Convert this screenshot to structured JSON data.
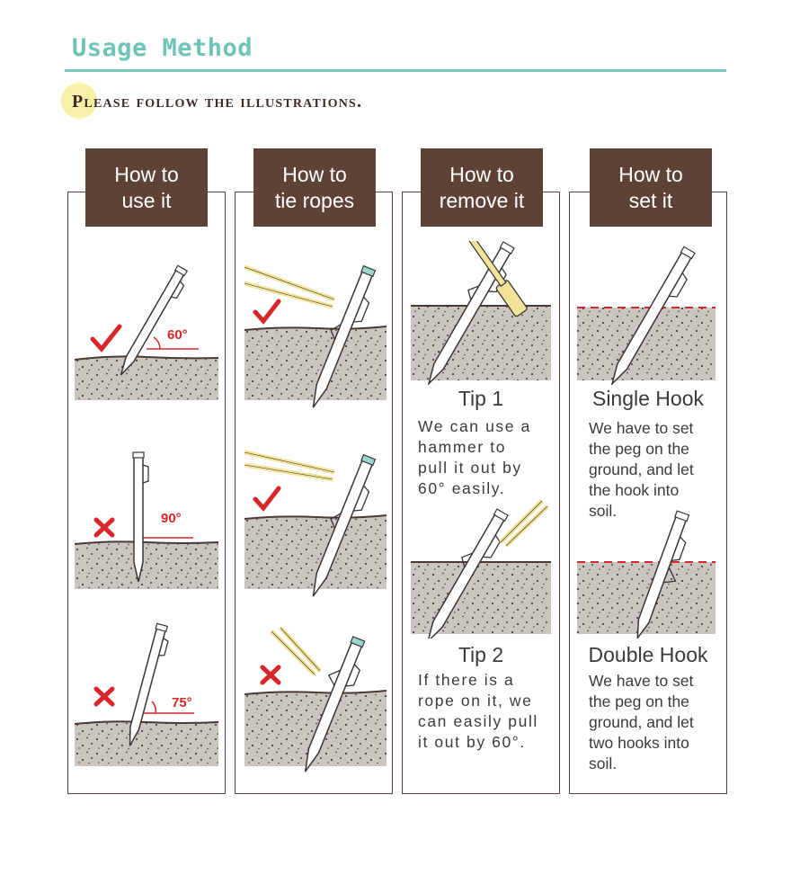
{
  "page": {
    "title": "Usage Method",
    "subtitle": "Please follow the illustrations."
  },
  "colors": {
    "accent_teal": "#6fc4b8",
    "header_brown": "#5e4236",
    "soil_gray": "#cbc5c0",
    "check_red": "#d9262b",
    "rope_yellow": "#f2e29a",
    "peg_outline": "#3a3533"
  },
  "panels": [
    {
      "header_line1": "How to",
      "header_line2": "use it",
      "angles": [
        "60°",
        "90°",
        "75°"
      ]
    },
    {
      "header_line1": "How to",
      "header_line2": "tie ropes"
    },
    {
      "header_line1": "How to",
      "header_line2": "remove it",
      "tip1_title": "Tip 1",
      "tip1_body": "We can use a\nhammer to\npull it out by\n60° easily.",
      "tip2_title": "Tip 2",
      "tip2_body": "If there is a\nrope on it, we\ncan easily pull\nit out by 60°."
    },
    {
      "header_line1": "How to",
      "header_line2": "set it",
      "tip1_title": "Single Hook",
      "tip1_body": "We have to set\nthe peg on the\nground, and let\nthe hook into\nsoil.",
      "tip2_title": "Double Hook",
      "tip2_body": "We have to set\nthe peg on the\nground, and let\ntwo hooks into\nsoil."
    }
  ],
  "icons": [
    "check-icon",
    "cross-icon"
  ]
}
